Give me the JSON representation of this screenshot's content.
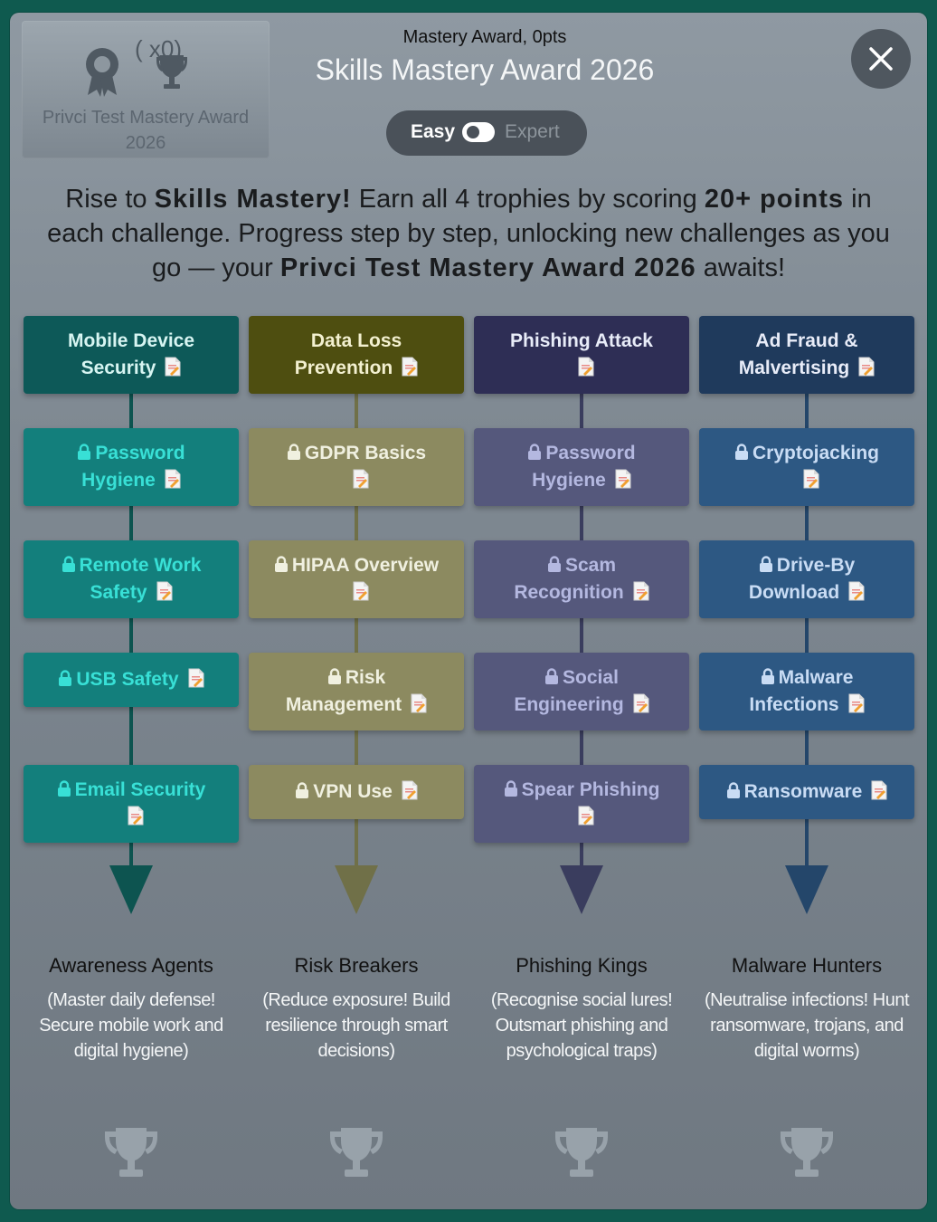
{
  "badge": {
    "name": "Privci Test Mastery Award 2026",
    "count": "(    x0)"
  },
  "header": {
    "subtitle": "Mastery Award, 0pts",
    "title": "Skills Mastery Award 2026"
  },
  "toggle": {
    "left": "Easy",
    "right": "Expert"
  },
  "intro": {
    "p1": "Rise to ",
    "b1": "Skills Mastery!",
    "p2": " Earn all 4 trophies by scoring ",
    "b2": "20+ points",
    "p3": " in each challenge. Progress step by step, unlocking new challenges as you go — your ",
    "b3": "Privci Test Mastery Award 2026",
    "p4": " awaits!"
  },
  "columns": [
    {
      "header": [
        "Mobile Device",
        "Security"
      ],
      "items": [
        [
          "Password",
          "Hygiene"
        ],
        [
          "Remote Work",
          "Safety"
        ],
        [
          "USB Safety"
        ],
        [
          "Email Security",
          ""
        ]
      ],
      "trophy": "Awareness Agents",
      "desc": "(Master daily defense! Secure mobile work and digital hygiene)"
    },
    {
      "header": [
        "Data Loss",
        "Prevention"
      ],
      "items": [
        [
          "GDPR Basics",
          ""
        ],
        [
          "HIPAA Overview",
          ""
        ],
        [
          "Risk",
          "Management"
        ],
        [
          "VPN Use"
        ]
      ],
      "trophy": "Risk Breakers",
      "desc": "(Reduce exposure! Build resilience through smart decisions)"
    },
    {
      "header": [
        "Phishing Attack",
        ""
      ],
      "items": [
        [
          "Password",
          "Hygiene"
        ],
        [
          "Scam",
          "Recognition"
        ],
        [
          "Social",
          "Engineering"
        ],
        [
          "Spear Phishing",
          ""
        ]
      ],
      "trophy": "Phishing Kings",
      "desc": "(Recognise social lures! Outsmart phishing and psychological traps)"
    },
    {
      "header": [
        "Ad Fraud &",
        "Malvertising"
      ],
      "items": [
        [
          "Cryptojacking",
          ""
        ],
        [
          "Drive-By",
          "Download"
        ],
        [
          "Malware",
          "Infections"
        ],
        [
          "Ransomware"
        ]
      ],
      "trophy": "Malware Hunters",
      "desc": "(Neutralise infections! Hunt ransomware, trojans, and digital worms)"
    }
  ],
  "colors": {
    "col1": {
      "header": "#0d5958",
      "card": "#137f7c",
      "text": "#38e0d6",
      "line": "#0d5450"
    },
    "col2": {
      "header": "#4e4e10",
      "card": "#8c8a60",
      "text": "#f0f0e0",
      "line": "#707048"
    },
    "col3": {
      "header": "#2e2e55",
      "card": "#55587c",
      "text": "#b4b8e0",
      "line": "#3a3d5e"
    },
    "col4": {
      "header": "#1f3a5c",
      "card": "#2d5883",
      "text": "#c9dcf4",
      "line": "#24466a"
    }
  }
}
